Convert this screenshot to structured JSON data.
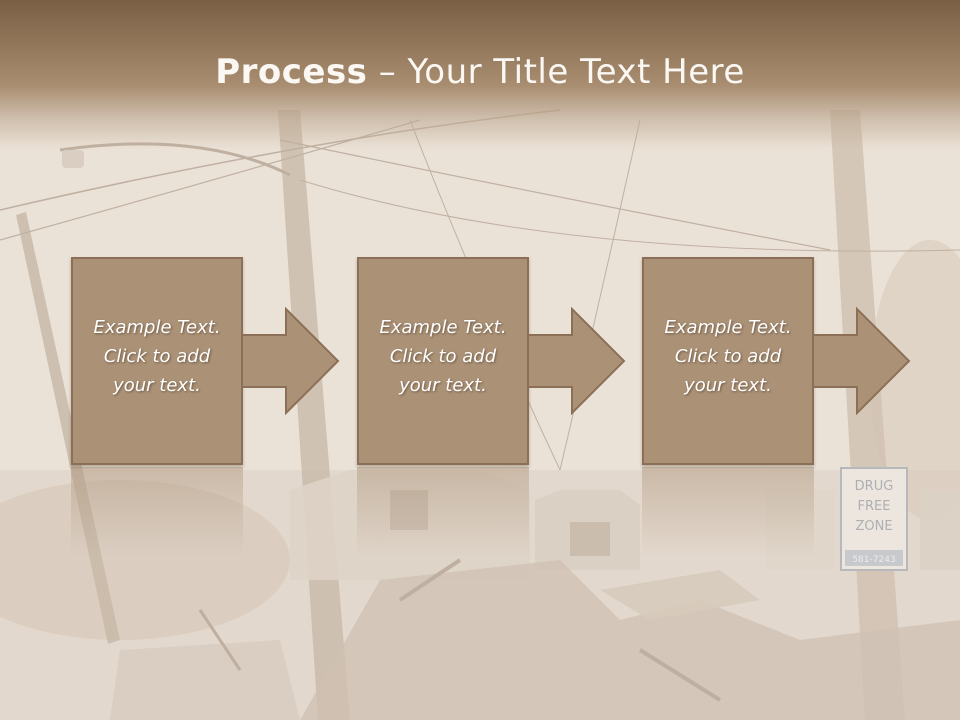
{
  "slide": {
    "title_bold": "Process",
    "title_rest": " – Your Title Text Here"
  },
  "steps": [
    {
      "lines": [
        "Example Text.",
        "Click  to add",
        "your text."
      ]
    },
    {
      "lines": [
        "Example Text.",
        "Click  to add",
        "your text."
      ]
    },
    {
      "lines": [
        "Example Text.",
        "Click  to add",
        "your text."
      ]
    }
  ],
  "sign": {
    "lines": [
      "DRUG",
      "FREE",
      "ZONE"
    ],
    "number": "581-7243"
  },
  "colors": {
    "header": "#8a6e53",
    "box_fill": "#ab9277",
    "box_border": "#8b7057",
    "text": "#ffffff"
  }
}
